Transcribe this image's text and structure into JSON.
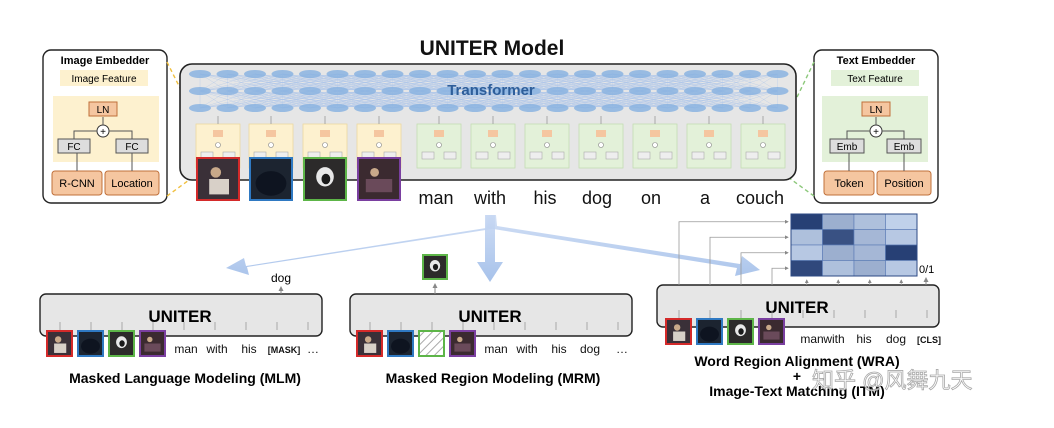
{
  "title": "UNITER Model",
  "transformer_label": "Transformer",
  "image_embedder": {
    "title": "Image Embedder",
    "feature": "Image Feature",
    "ln": "LN",
    "fc1": "FC",
    "fc2": "FC",
    "plus": "+",
    "input1": "R-CNN",
    "input2": "Location"
  },
  "text_embedder": {
    "title": "Text Embedder",
    "feature": "Text Feature",
    "ln": "LN",
    "emb1": "Emb",
    "emb2": "Emb",
    "plus": "+",
    "input1": "Token",
    "input2": "Position"
  },
  "main_tokens": [
    "man",
    "with",
    "his",
    "dog",
    "on",
    "a",
    "couch"
  ],
  "mlm": {
    "box_label": "UNITER",
    "output_word": "dog",
    "tokens": [
      "man",
      "with",
      "his",
      "[MASK]",
      "…"
    ],
    "caption": "Masked Language Modeling (MLM)"
  },
  "mrm": {
    "box_label": "UNITER",
    "tokens": [
      "man",
      "with",
      "his",
      "dog",
      "…"
    ],
    "caption": "Masked Region Modeling (MRM)"
  },
  "wra": {
    "box_label": "UNITER",
    "tokens": [
      "man",
      "with",
      "his",
      "dog",
      "[CLS]"
    ],
    "score_label": "0/1",
    "caption1": "Word Region Alignment (WRA)",
    "plus": "+",
    "caption2": "Image-Text Matching (ITM)",
    "matrix": [
      [
        0.95,
        0.3,
        0.2,
        0.1
      ],
      [
        0.2,
        0.85,
        0.25,
        0.15
      ],
      [
        0.15,
        0.3,
        0.25,
        0.95
      ],
      [
        0.9,
        0.2,
        0.3,
        0.15
      ]
    ]
  },
  "watermark": "知乎 @风舞九天",
  "colors": {
    "region_red": "#d42a2a",
    "region_blue": "#2f79c2",
    "region_green": "#5db548",
    "region_purple": "#7a3fa0",
    "image_col_fill": "#fdf1cf",
    "text_col_fill": "#e3f1d9",
    "transformer_fill": "#e6e6e6",
    "node_blue": "#89b3e0",
    "arrow_blue": "#a9c3ea",
    "orange_box": "#f5c6a0"
  }
}
